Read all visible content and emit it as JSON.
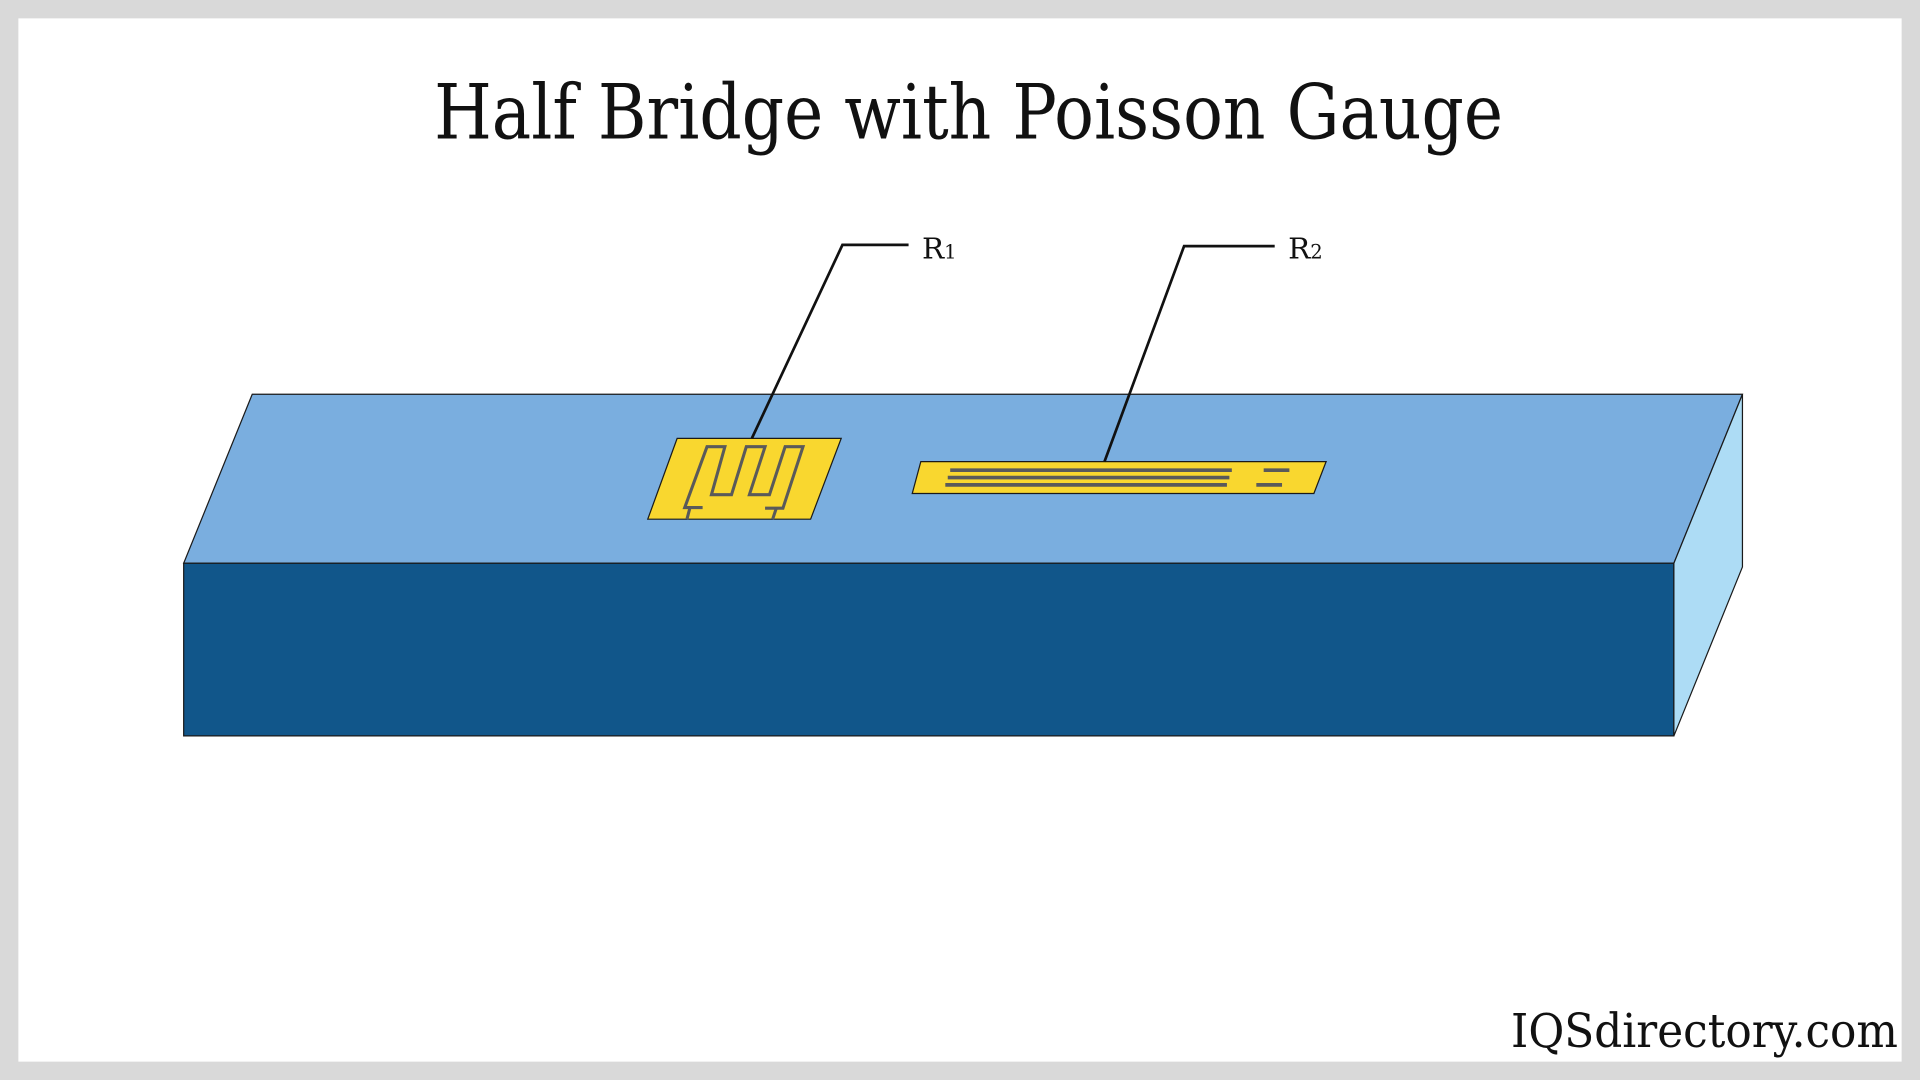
{
  "title": "Half Bridge with Poisson Gauge",
  "labels": {
    "r1": {
      "letter": "R",
      "sub": "1"
    },
    "r2": {
      "letter": "R",
      "sub": "2"
    }
  },
  "brand": "IQSdirectory.com",
  "colors": {
    "frame": "#d9d9d9",
    "background": "#ffffff",
    "bar_top": "#7aaedf",
    "bar_front": "#11568a",
    "bar_side": "#addcf5",
    "gauge": "#f9d72f",
    "grid_trace": "#5a5a5a"
  }
}
